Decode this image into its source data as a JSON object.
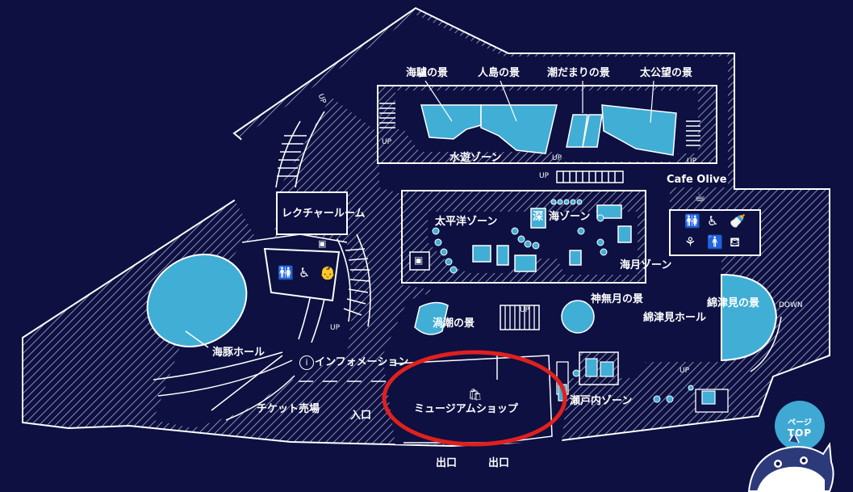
{
  "colors": {
    "background": "#0d1040",
    "water": "#41aed6",
    "line": "#ffffff",
    "highlight": "#e0201e",
    "page_top": "#3fa9d4"
  },
  "labels": {
    "umishio": "海驢の景",
    "jinchou": "人島の景",
    "shiodamari": "潮だまりの景",
    "taikoubou": "太公望の景",
    "suiyuu_zone": "水遊ゾーン",
    "cafe": "Cafe Olive",
    "lecture_room": "レクチャールーム",
    "taiheiyo_zone": "太平洋ゾーン",
    "shinkai_zone_kanji": "深",
    "shinkai_zone_rest": "海ゾーン",
    "kaigetsu_zone": "海月ゾーン",
    "kannazuki": "神無月の景",
    "uzushio": "渦潮の景",
    "watatsumi_hall": "綿津見ホール",
    "watatsumi_kei": "綿津見の景",
    "iruka_hall": "海豚ホール",
    "information": "インフォメーション",
    "ticket": "チケット売場",
    "entrance": "入口",
    "museum_shop": "ミュージアムショップ",
    "setouchi_zone": "瀬戸内ゾーン",
    "exit_1": "出口",
    "exit_2": "出口",
    "up": "UP",
    "down": "DOWN",
    "info_mark": "i"
  },
  "icons": {
    "restroom": "restroom-icon",
    "wheelchair": "wheelchair-icon",
    "baby": "baby-icon",
    "elevator": "elevator-icon",
    "shop": "shop-bag-icon",
    "cafe": "cafe-icon",
    "nursing": "nursing-room-icon"
  },
  "page_top": {
    "line1": "ページ",
    "line2": "TOP"
  }
}
